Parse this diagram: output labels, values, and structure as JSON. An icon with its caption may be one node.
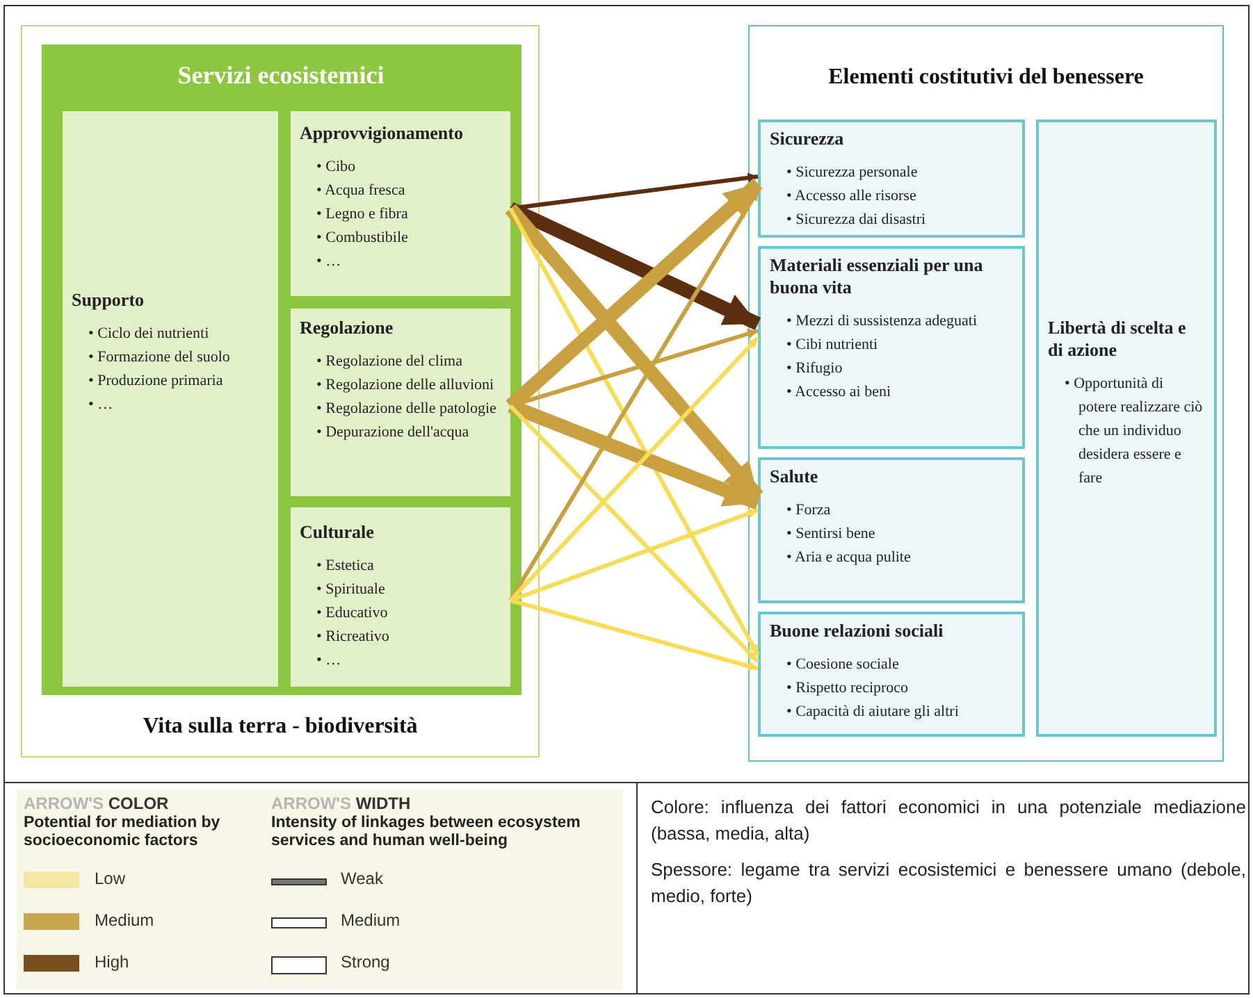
{
  "diagram": {
    "nodes": [
      {
        "text": [
          "Vita sulla terra - biodiversità"
        ]
      },
      {
        "text": [
          "Servizi ecosistemici"
        ],
        "in": 0
      },
      {
        "text": [
          "Supporto",
          "• Ciclo dei nutrienti",
          "• Formazione del suolo",
          "• Produzione primaria",
          "• …"
        ],
        "in": 1
      },
      {
        "text": [
          "Approvvigionamento",
          "• Cibo",
          "• Acqua fresca",
          "• Legno e fibra",
          "• Combustibile",
          "• …"
        ],
        "in": 1
      },
      {
        "text": [
          "Regolazione",
          "• Regolazione del clima",
          "• Regolazione delle alluvioni",
          "• Regolazione delle patologie",
          "• Depurazione dell'acqua"
        ],
        "in": 1
      },
      {
        "text": [
          "Culturale",
          "• Estetica",
          "• Spirituale",
          "• Educativo",
          "• Ricreativo",
          "• …"
        ],
        "in": 1
      },
      {
        "text": [
          "Elementi costitutivi del benessere"
        ]
      },
      {
        "text": [
          "Sicurezza",
          "• Sicurezza personale",
          "• Accesso alle risorse",
          "• Sicurezza dai disastri"
        ],
        "in": 6
      },
      {
        "text": [
          "Materiali essenziali per una buona vita",
          "• Mezzi di sussistenza adeguati",
          "• Cibi nutrienti",
          "• Rifugio",
          "• Accesso ai beni"
        ],
        "in": 6
      },
      {
        "text": [
          "Salute",
          "• Forza",
          "• Sentirsi bene",
          "• Aria e acqua pulite"
        ],
        "in": 6
      },
      {
        "text": [
          "Buone relazioni sociali",
          "• Coesione sociale",
          "• Rispetto reciproco",
          "• Capacità di aiutare gli altri"
        ],
        "in": 6
      },
      {
        "text": [
          "Libertà di scelta e di azione",
          "• Opportunità di potere realizzare ciò che un individuo desidera essere e fare"
        ],
        "in": 6
      }
    ],
    "edges": [
      {
        "from": 3,
        "to": 7,
        "arrow": "to",
        "color": "#5a2e0f"
      },
      {
        "from": 3,
        "to": 8,
        "arrow": "to",
        "color": "#5a2e0f",
        "style": "thick"
      },
      {
        "from": 3,
        "to": 9,
        "arrow": "to",
        "style": "thick"
      },
      {
        "from": 3,
        "to": 10,
        "arrow": "to",
        "color": "#f7dc56"
      },
      {
        "from": 4,
        "to": 7,
        "arrow": "to",
        "style": "thick"
      },
      {
        "from": 4,
        "to": 8,
        "arrow": "to"
      },
      {
        "from": 4,
        "to": 9,
        "arrow": "to",
        "style": "thick"
      },
      {
        "from": 4,
        "to": 10,
        "arrow": "to",
        "color": "#f7dc56"
      },
      {
        "from": 5,
        "to": 7,
        "arrow": "to"
      },
      {
        "from": 5,
        "to": 8,
        "arrow": "to",
        "color": "#f7dc56"
      },
      {
        "from": 5,
        "to": 9,
        "arrow": "to",
        "color": "#f7dc56"
      },
      {
        "from": 5,
        "to": 10,
        "arrow": "to",
        "color": "#f7dc56"
      }
    ],
    "labels": [
      "ARROW'S **COLOR**",
      "Potential for mediation by socioeconomic factors",
      "ARROW'S **WIDTH**",
      "Intensity of linkages between ecosystem services and human well-being",
      "Colore: influenza dei fattori economici in una potenziale mediazione (bassa, media, alta)",
      "Spessore: legame tra servizi ecosistemici e benessere umano (debole, medio, forte)"
    ],
    "legend": [
      {
        "text": "Low",
        "color": "#f3e8a4"
      },
      {
        "text": "Medium",
        "color": "#c9a650"
      },
      {
        "text": "High",
        "color": "#7b4e1f"
      },
      {
        "text": "Weak"
      },
      {
        "text": "Medium"
      },
      {
        "text": "Strong"
      }
    ]
  }
}
